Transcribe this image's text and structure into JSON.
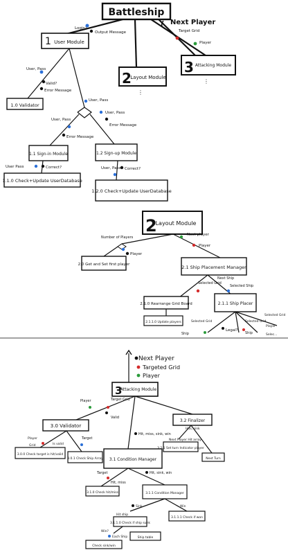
{
  "top": {
    "root": "Battleship",
    "login": "Login?",
    "output_message": "Output Message",
    "next_player": "Next Player",
    "target_grid": "Target Grid",
    "player": "Player",
    "user_module_num": "1",
    "user_module": "User Module",
    "layout_num": "2",
    "layout_module": "Layout Module",
    "attacking_num": "3",
    "attacking_module": "Attacking Module",
    "user_pass_1": "User, Pass",
    "valid": "Valid?",
    "error_message": "Error Message",
    "validator": "1.0 Validator",
    "user_pass_2": "User, Pass",
    "user_pass_3": "User, Pass",
    "error_message_2": "Error Message",
    "user_pass_4": "User, Pass",
    "error_message_3": "Error Message",
    "signin": "1.1 Sign-in Module",
    "signup": "1.2 Sign-up Module",
    "user_pass_5": "User Pass",
    "correct_1": "Correct?",
    "user_pass_6": "User, Pass",
    "correct_2": "Correct?",
    "check_update_1": "1.1.0 Check+Update UserDatabase",
    "check_update_2": "1.2.0 Check+Update UserDatabase"
  },
  "mid": {
    "layout_num": "2",
    "layout_module": "Layout Module",
    "next_player": "Next player",
    "player": "Player",
    "number_of_players": "Number of Players",
    "player_2": "Player",
    "get_and_set": "2.0 Get and Set first player",
    "ship_placement": "2.1 Ship Placement Manager",
    "selected_grid": "Selected Grid",
    "next_ship": "Next Ship",
    "selected_ship": "Selected Ship",
    "rearrange": "2.1.0 Rearrange Grid Board",
    "ship_placer": "2.1.1 Ship Placer",
    "update_player": "2.1.1.0 Update players",
    "selected_grid_2": "Selected Grid",
    "ship": "Ship",
    "legal": "Legal?",
    "selected_grid_3": "Selected Grid",
    "ship_2": "Ship",
    "selected_grid_4": "Selected Grid",
    "player_3": "Player",
    "selected_4": "Selec..."
  },
  "bottom": {
    "next_player": "Next Player",
    "targeted_grid": "Targeted Grid",
    "player": "Player",
    "attacking_num": "3",
    "attacking_module": "Attacking Module",
    "player_2": "Player",
    "target_grid": "Target Grid",
    "valid": "Valid",
    "validator": "3.0 Validator",
    "finalizer": "3.2 Finalizer",
    "player_3": "Player",
    "grid_1": "Grid",
    "is_valid": "Is valid",
    "target": "Target",
    "check_target": "3.0.0 Check target is hit/valid",
    "check_ship": "3.0.1 Check Ship Array",
    "hit_miss": "Hit, miss, sink, win",
    "condition_manager": "3.1 Condition Manager",
    "hits_sink": "Hits, sink",
    "next_player_array": "Next Player Hit array",
    "set_turn": "3.2.1 Set turn Indicator player",
    "next_turn": "Next Turn",
    "target_2": "Target",
    "hit_miss_2": "Hit, miss",
    "hit_sink_win": "Hit, sink, win",
    "check_hit": "3.1.0 Check hit/miss",
    "condition_mgr_2": "3.1.1 Condition Manager",
    "sink_1": "Sink",
    "win_1": "Win",
    "hit_ship": "Hit ship",
    "check_sink": "3.1.1.0 Check if ship sunk",
    "check_win": "3.1.1.1 Check if won",
    "win_2": "Win?",
    "each_ship": "Each Ship",
    "ship_table": "Ship table",
    "check_sink_2": "Check sink/win"
  }
}
